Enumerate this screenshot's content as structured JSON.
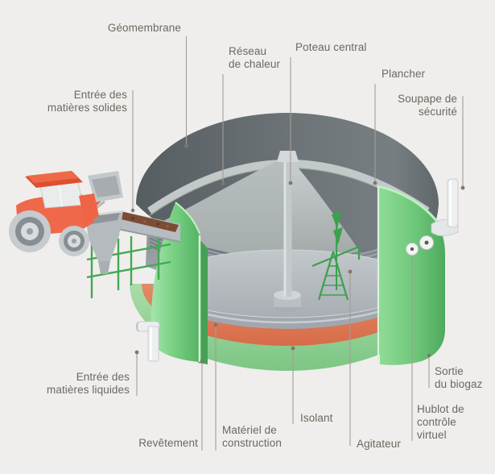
{
  "figure": {
    "subject": "Schéma d'un digesteur de biogaz (cuve en coupe)",
    "background_color": "#efeeec",
    "label_text_color": "#6e675f",
    "leader_line_color": "#a49d96"
  },
  "labels": {
    "geomembrane": {
      "text": "Géomembrane"
    },
    "reseau_de_chaleur": {
      "line1": "Réseau",
      "line2": "de chaleur"
    },
    "entree_matieres_solides": {
      "line1": "Entrée des",
      "line2": "matières solides"
    },
    "poteau_central": {
      "text": "Poteau central"
    },
    "plancher": {
      "text": "Plancher"
    },
    "soupape_de_securite": {
      "line1": "Soupape de",
      "line2": "sécurité"
    },
    "entree_matieres_liquides": {
      "line1": "Entrée des",
      "line2": "matières liquides"
    },
    "revetement": {
      "text": "Revêtement"
    },
    "materiel_de_construction": {
      "line1": "Matériel de",
      "line2": "construction"
    },
    "isolant": {
      "text": "Isolant"
    },
    "agitateur": {
      "text": "Agitateur"
    },
    "sortie_du_biogaz": {
      "line1": "Sortie",
      "line2": "du biogaz"
    },
    "hublot_de_controle_virtuel": {
      "line1": "Hublot de",
      "line2": "contrôle",
      "line3": "virtuel"
    }
  },
  "colors": {
    "tank_green": "#6ec77a",
    "tank_green_light": "#a5e5ab",
    "dome_dark_gray": "#646b6f",
    "inner_membrane_gray": "#b4bbba",
    "insulation_orange": "#dd7351",
    "floor_gray": "#b4bac0",
    "tractor_orange": "#f0684a",
    "agitator_green": "#3ba24d"
  }
}
